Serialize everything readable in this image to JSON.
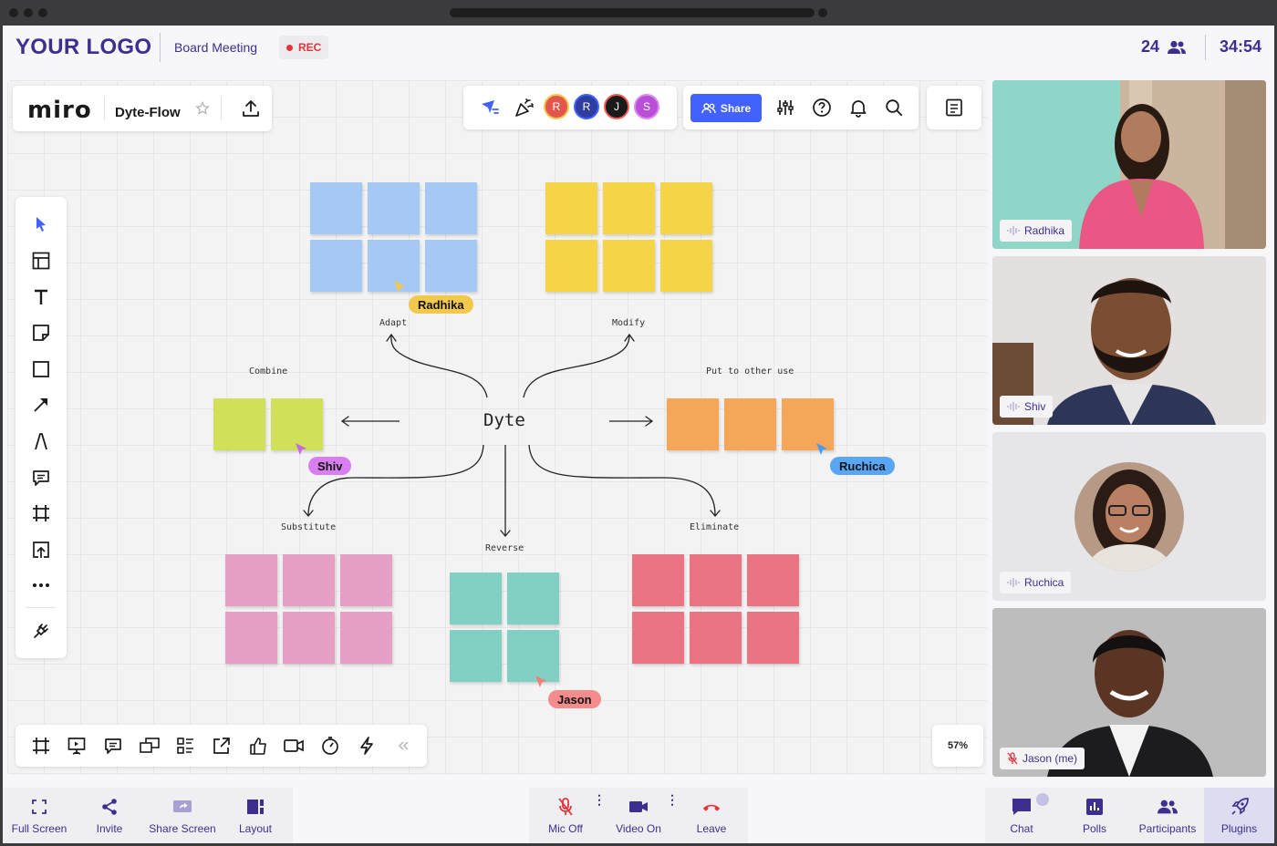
{
  "window": {
    "accent": "#3d2f8f"
  },
  "header": {
    "logo": "YOUR LOGO",
    "meeting_title": "Board Meeting",
    "rec_label": "REC",
    "participant_count": "24",
    "timer": "34:54"
  },
  "miro": {
    "logo": "miro",
    "board_name": "Dyte-Flow",
    "share_label": "Share",
    "avatars": [
      "R",
      "R",
      "J",
      "S"
    ],
    "zoom": "57%"
  },
  "canvas": {
    "center": "Dyte",
    "labels": {
      "adapt": "Adapt",
      "modify": "Modify",
      "combine": "Combine",
      "put_to_other_use": "Put to other use",
      "substitute": "Substitute",
      "reverse": "Reverse",
      "eliminate": "Eliminate"
    },
    "cursors": {
      "radhika": "Radhika",
      "shiv": "Shiv",
      "ruchica": "Ruchica",
      "jason": "Jason"
    }
  },
  "videos": [
    {
      "name": "Radhika"
    },
    {
      "name": "Shiv"
    },
    {
      "name": "Ruchica"
    },
    {
      "name": "Jason (me)"
    }
  ],
  "controls": {
    "left": [
      "Full Screen",
      "Invite",
      "Share Screen",
      "Layout"
    ],
    "center": [
      "Mic Off",
      "Video On",
      "Leave"
    ],
    "right": [
      "Chat",
      "Polls",
      "Participants",
      "Plugins"
    ]
  }
}
